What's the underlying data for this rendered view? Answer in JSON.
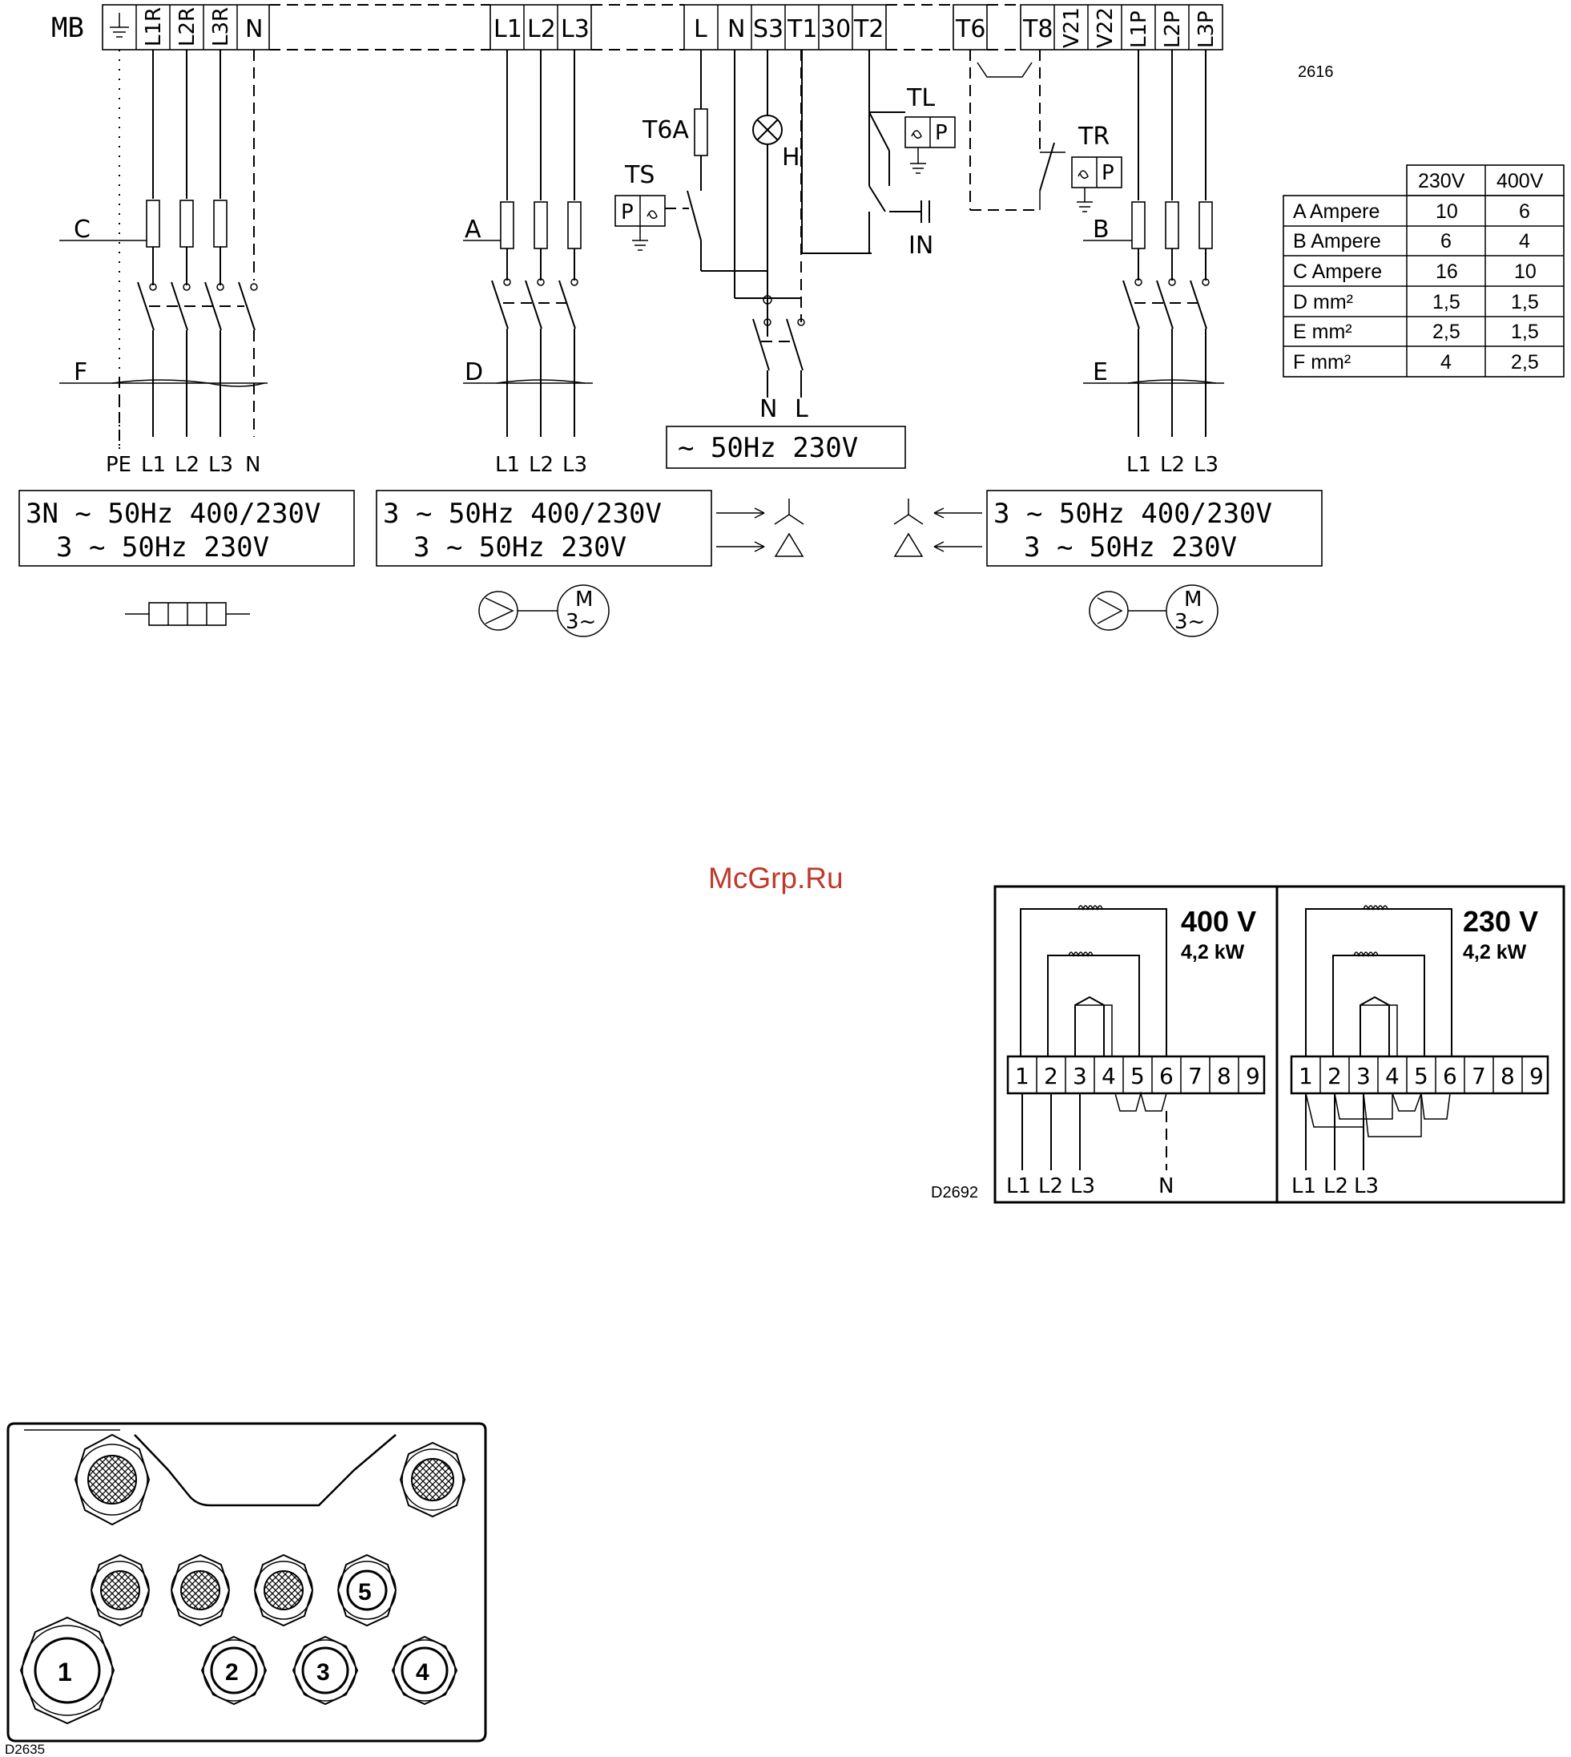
{
  "schematic": {
    "drawing_no": "2616",
    "mb_label": "MB",
    "mb_terminals": [
      "L1R",
      "L2R",
      "L3R",
      "N"
    ],
    "terminals": [
      "L1",
      "L2",
      "L3",
      "L",
      "N",
      "S3",
      "T1",
      "30",
      "T2",
      "T6",
      "T8",
      "V21",
      "V22",
      "L1P",
      "L2P",
      "L3P"
    ],
    "device_labels": {
      "t6a": "T6A",
      "h": "H",
      "ts": "TS",
      "tl": "TL",
      "tr": "TR",
      "in": "IN",
      "p": "P"
    },
    "fuse_labels": {
      "c": "C",
      "a": "A",
      "b": "B"
    },
    "switch_labels": {
      "f": "F",
      "d": "D",
      "e": "E"
    },
    "supply_center": "~ 50Hz  230V",
    "center_outputs": {
      "n": "N",
      "l": "L"
    },
    "bottom_left": {
      "pe": "PE",
      "l1": "L1",
      "l2": "L2",
      "l3": "L3",
      "n": "N"
    },
    "bottom_mid": {
      "l1": "L1",
      "l2": "L2",
      "l3": "L3"
    },
    "bottom_right": {
      "l1": "L1",
      "l2": "L2",
      "l3": "L3"
    },
    "box_left": {
      "line1": "3N ~ 50Hz  400/230V",
      "line2": "3 ~ 50Hz  230V"
    },
    "box_mid": {
      "line1": "3  ~ 50Hz  400/230V",
      "line2": "3 ~ 50Hz  230V"
    },
    "box_right": {
      "line1": "3  ~ 50Hz  400/230V",
      "line2": "3 ~ 50Hz  230V"
    },
    "motor_label": "M",
    "motor_sub": "3~"
  },
  "spec_table": {
    "headers": [
      "",
      "230V",
      "400V"
    ],
    "rows": [
      {
        "label": "A Ampere",
        "v230": "10",
        "v400": "6"
      },
      {
        "label": "B Ampere",
        "v230": "6",
        "v400": "4"
      },
      {
        "label": "C Ampere",
        "v230": "16",
        "v400": "10"
      },
      {
        "label": "D mm²",
        "v230": "1,5",
        "v400": "1,5"
      },
      {
        "label": "E mm²",
        "v230": "2,5",
        "v400": "1,5"
      },
      {
        "label": "F mm²",
        "v230": "4",
        "v400": "2,5"
      }
    ]
  },
  "watermark": "McGrp.Ru",
  "terminal_diagram": {
    "drawing_no": "D2692",
    "panel_400": {
      "voltage": "400 V",
      "power": "4,2 kW",
      "inputs": [
        "L1",
        "L2",
        "L3",
        "N"
      ]
    },
    "panel_230": {
      "voltage": "230 V",
      "power": "4,2 kW",
      "inputs": [
        "L1",
        "L2",
        "L3"
      ]
    },
    "terminal_numbers": [
      "1",
      "2",
      "3",
      "4",
      "5",
      "6",
      "7",
      "8",
      "9"
    ]
  },
  "gland_plate": {
    "drawing_no": "D2635",
    "numbered_glands": [
      "1",
      "2",
      "3",
      "4",
      "5"
    ]
  }
}
